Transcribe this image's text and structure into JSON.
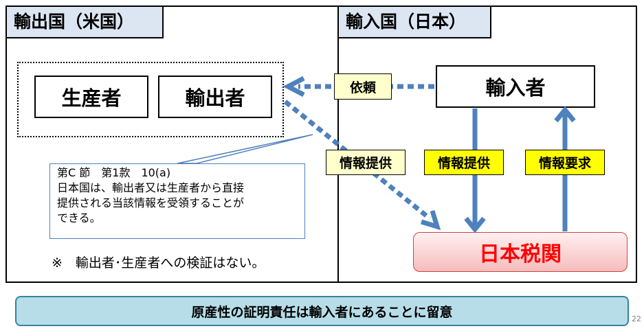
{
  "regions": {
    "export_country": "輸出国（米国）",
    "import_country": "輸入国（日本）"
  },
  "boxes": {
    "producer": "生産者",
    "exporter": "輸出者",
    "importer": "輸入者",
    "customs": "日本税関"
  },
  "labels": {
    "request": "依頼",
    "info_provision_exporter": "情報提供",
    "info_provision_importer": "情報提供",
    "info_request": "情報要求"
  },
  "callout": {
    "lines": [
      "第C 節　第1款　10(a)",
      "日本国は、輸出者又は生産者から直接",
      "提供される当該情報を受領することが",
      "できる。"
    ]
  },
  "note": "※　輸出者･生産者への検証はない。",
  "footer": "原産性の証明責任は輸入者にあることに留意",
  "page_number": "22",
  "colors": {
    "arrow": "#4f81bd",
    "tab_fill": "#dce6f2",
    "customs_text": "#ff0000",
    "bottom_bar": "#b7dde8",
    "label_yellow": "#ffff00",
    "label_cream": "#ffffcc"
  }
}
